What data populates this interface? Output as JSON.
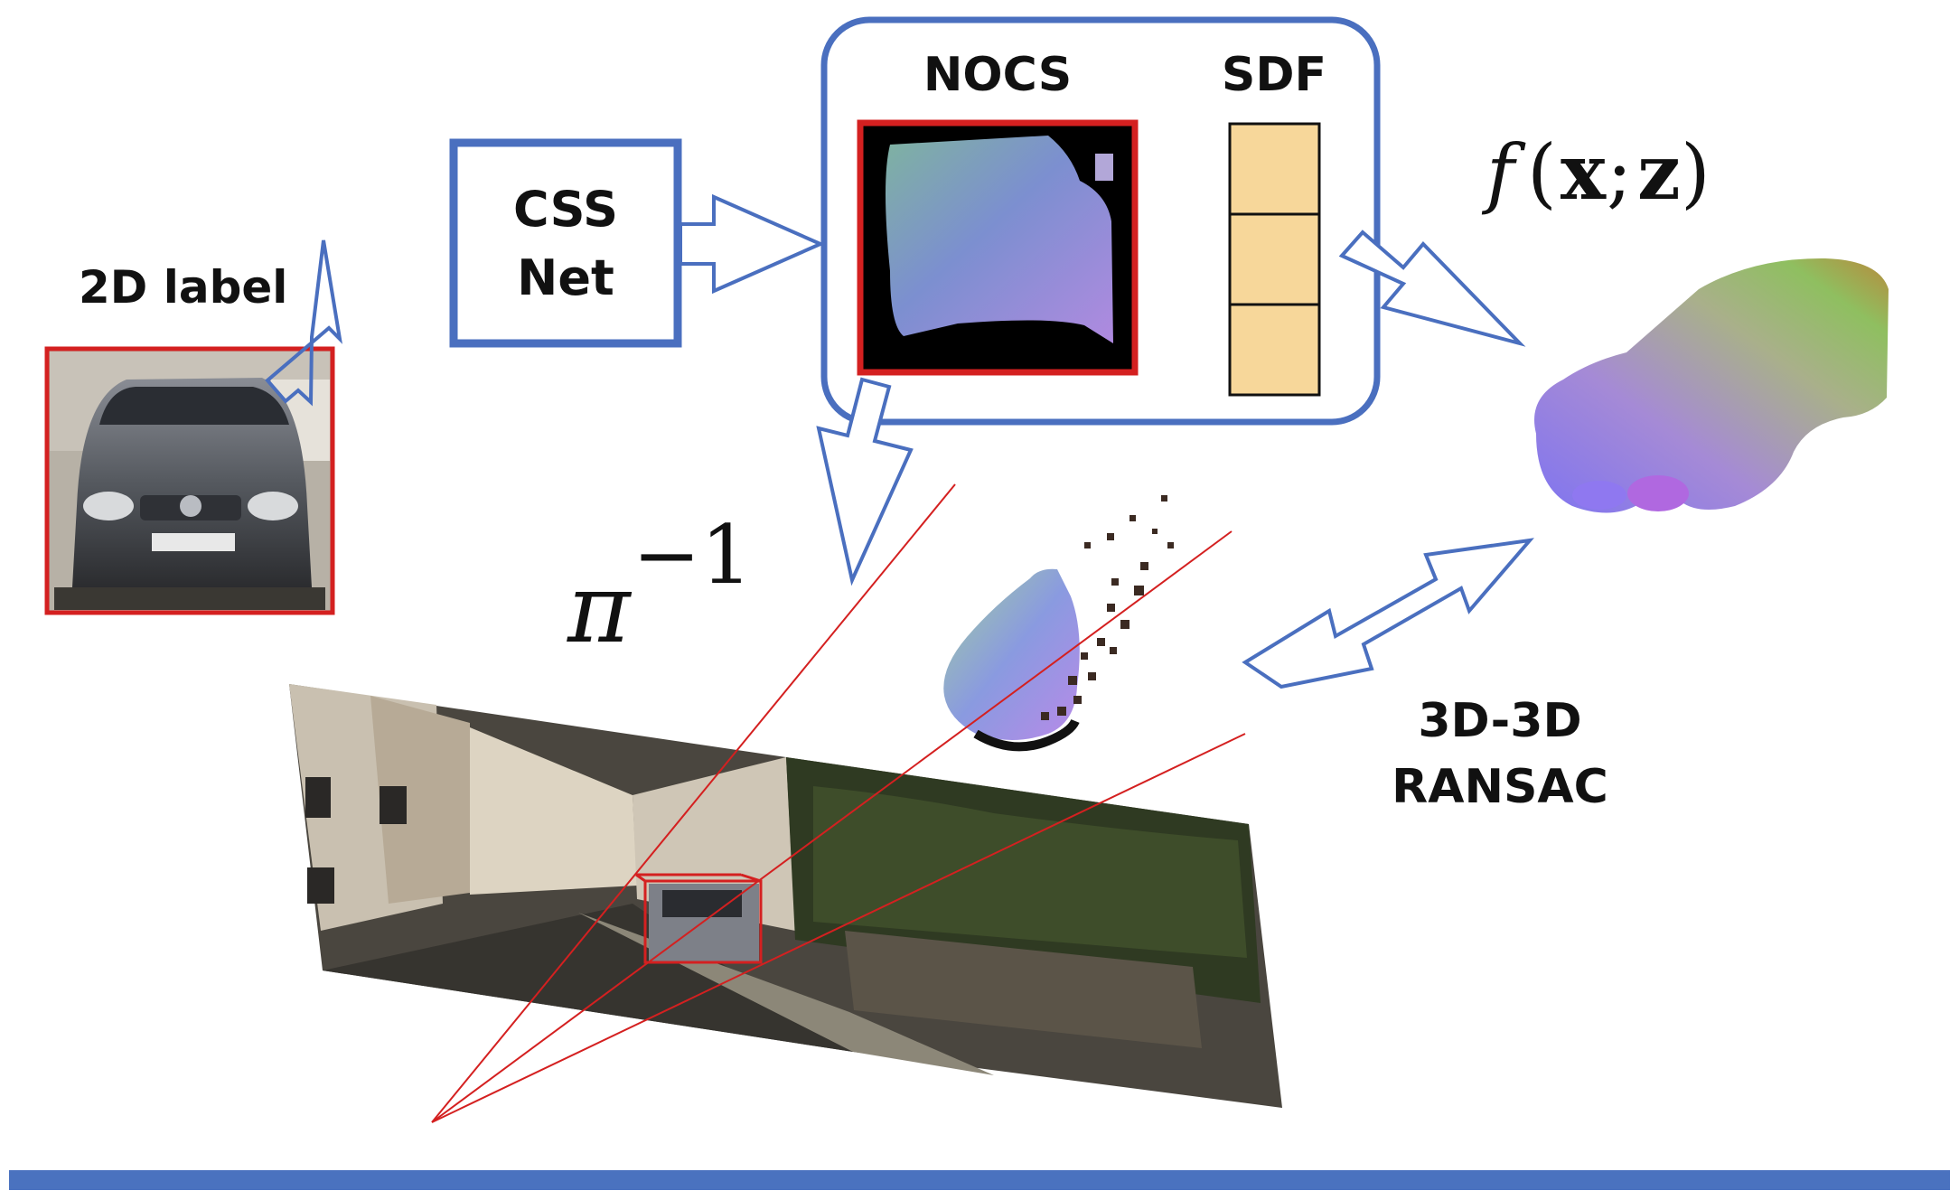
{
  "labels": {
    "label_2d": "2D label",
    "css_net_line1": "CSS",
    "css_net_line2": "Net",
    "nocs": "NOCS",
    "sdf": "SDF",
    "ransac_line1": "3D-3D",
    "ransac_line2": "RANSAC"
  },
  "math": {
    "f_name": "f",
    "f_args_open": "(",
    "f_x": "x",
    "f_sep": ";",
    "f_z": "z",
    "f_args_close": ")",
    "pi_symbol": "π",
    "pi_exponent": "−1"
  },
  "sdf_cells": 3,
  "colors": {
    "box_blue": "#4a6fbf",
    "arrow_blue": "#4a6fbf",
    "bottom_bar": "#4a72bf",
    "red": "#d42020",
    "sdf_fill": "#f7d79a",
    "nocs_background": "#000000"
  },
  "icons": {
    "car_crop": "car-photo-icon",
    "street_scene": "street-photo-icon",
    "nocs_map": "nocs-map-icon",
    "car_model": "car-model-icon",
    "point_cloud": "point-cloud-icon"
  }
}
